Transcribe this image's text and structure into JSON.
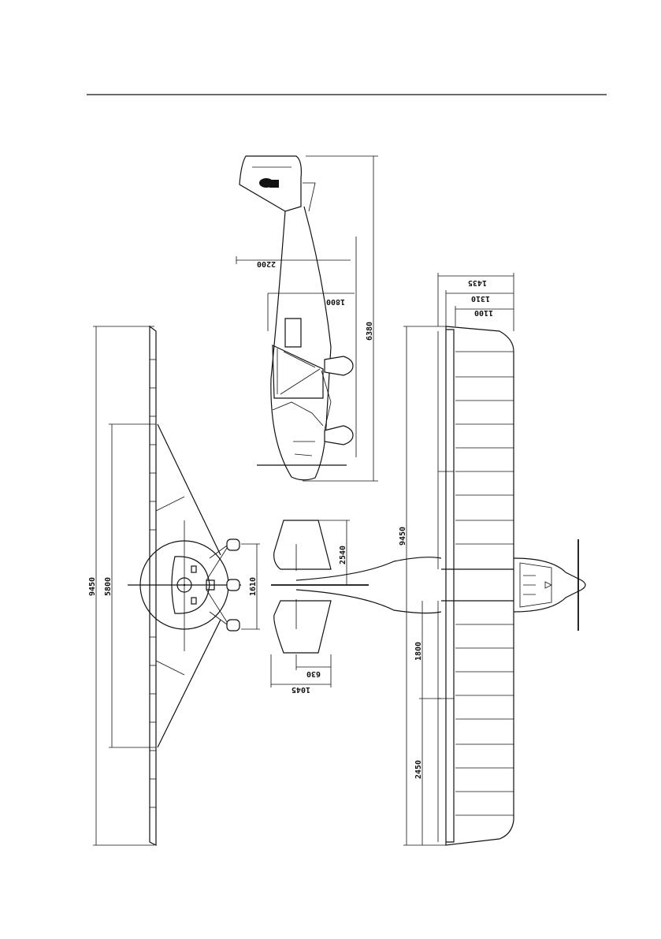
{
  "drawing": {
    "side_view": {
      "dims": {
        "overall_length": "6380",
        "height_tail": "2200",
        "height_cabin": "1800"
      }
    },
    "front_view": {
      "dims": {
        "span": "9450",
        "strut_span": "5800",
        "track": "1610"
      }
    },
    "tail_view": {
      "dims": {
        "stab_span": "2540",
        "stab_chord": "1045",
        "elevator_chord": "630"
      }
    },
    "top_view": {
      "dims": {
        "span": "9450",
        "root_chord": "1435",
        "chord_mid": "1310",
        "chord_tip": "1100",
        "inner_segment": "1800",
        "flap_segment": "2450"
      }
    }
  }
}
